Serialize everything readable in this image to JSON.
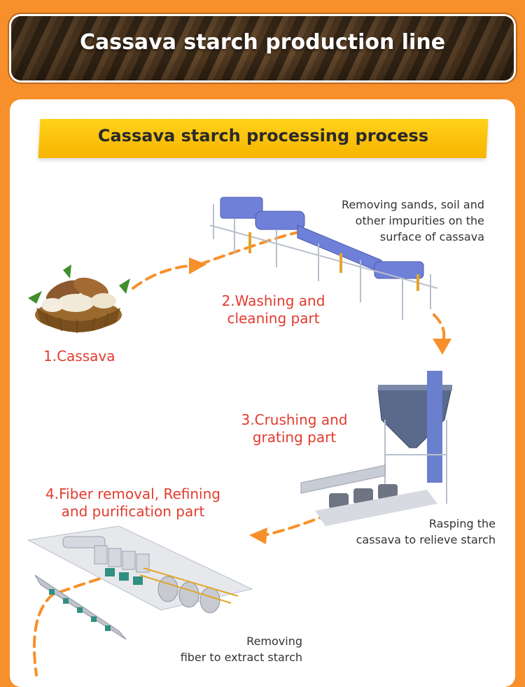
{
  "header": {
    "title": "Cassava starch production line"
  },
  "section": {
    "title": "Cassava starch processing process"
  },
  "steps": [
    {
      "label": "1.Cassava"
    },
    {
      "label_line1": "2.Washing and",
      "label_line2": "cleaning part",
      "desc_line1": "Removing sands, soil and",
      "desc_line2": "other impurities on the",
      "desc_line3": "surface of cassava"
    },
    {
      "label_line1": "3.Crushing and",
      "label_line2": "grating part",
      "desc_line1": "Rasping the",
      "desc_line2": "cassava to relieve starch"
    },
    {
      "label_line1": "4.Fiber removal, Refining",
      "label_line2": "and purification part",
      "desc_line1": "Removing",
      "desc_line2": "fiber to extract starch"
    }
  ],
  "colors": {
    "page_bg": "#f7902a",
    "accent_red": "#e23b2e",
    "ribbon_yellow": "#ffd11a",
    "arrow_orange": "#f7902a"
  }
}
